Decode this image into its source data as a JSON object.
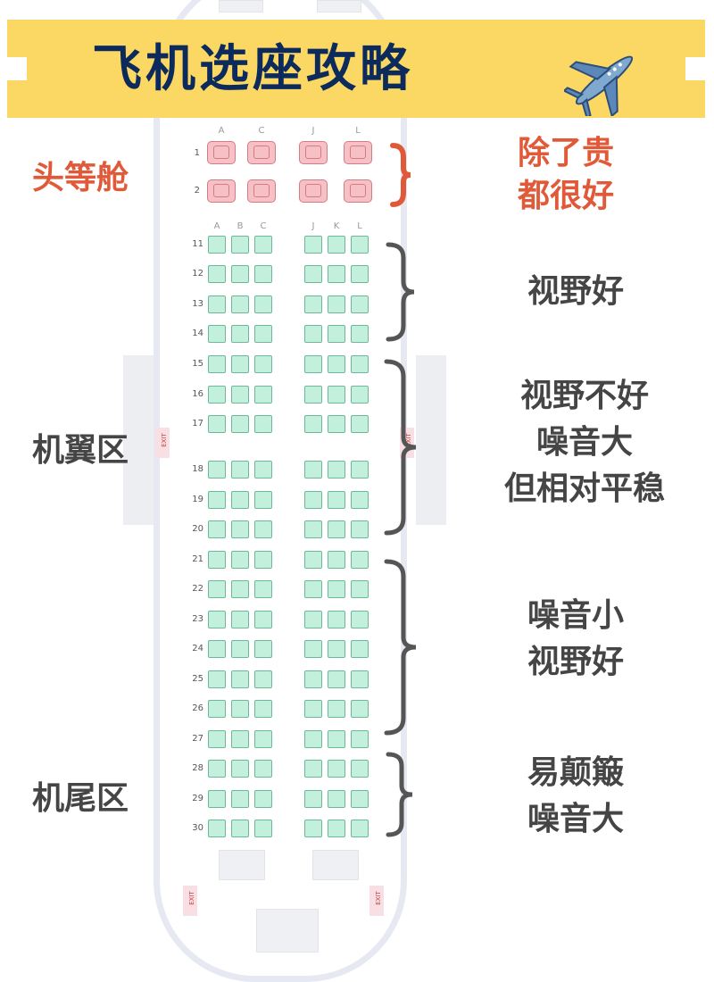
{
  "title": "飞机选座攻略",
  "title_icon": "airplane-emoji",
  "colors": {
    "banner": "#fbd863",
    "title": "#0c2b5c",
    "accent_red": "#e05a3a",
    "seat": "#c3efdd",
    "first_class_seat": "#f7c0c4"
  },
  "first_class": {
    "column_letters": [
      "A",
      "C",
      "J",
      "L"
    ],
    "rows": [
      "1",
      "2"
    ],
    "label": "头等舱",
    "note_lines": [
      "除了贵",
      "都很好"
    ]
  },
  "economy": {
    "column_letters": [
      "A",
      "B",
      "C",
      "J",
      "K",
      "L"
    ],
    "rows": [
      "11",
      "12",
      "13",
      "14",
      "15",
      "16",
      "17",
      "18",
      "19",
      "20",
      "21",
      "22",
      "23",
      "24",
      "25",
      "26",
      "27",
      "28",
      "29",
      "30"
    ]
  },
  "exit_label": "EXIT",
  "zones": {
    "wing_label": "机翼区",
    "tail_label": "机尾区"
  },
  "annotations": [
    {
      "lines": [
        "视野好"
      ]
    },
    {
      "lines": [
        "视野不好",
        "噪音大",
        "但相对平稳"
      ]
    },
    {
      "lines": [
        "噪音小",
        "视野好"
      ]
    },
    {
      "lines": [
        "易颠簸",
        "噪音大"
      ]
    }
  ]
}
